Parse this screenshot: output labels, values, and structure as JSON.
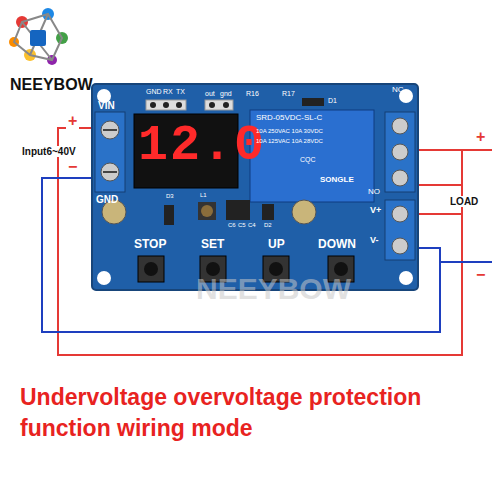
{
  "diagram": {
    "caption": "Undervoltage overvoltage protection function wiring mode",
    "labels": [
      "NEEYBOW",
      "GND",
      "RX",
      "TX",
      "out",
      "gnd",
      "R16",
      "R17",
      "D1",
      "VIN",
      "GND",
      "+",
      "Input6~40V",
      "−",
      "12.0",
      "D3",
      "L1",
      "C6",
      "C5",
      "C4",
      "D2",
      "SRD-05VDC-SL-C",
      "10A 250VAC 10A 30VDC",
      "10A 125VAC 10A 28VDC",
      "SONGLE",
      "CQC",
      "NC",
      "NO",
      "V+",
      "V-",
      "+",
      "LOAD",
      "−",
      "STOP",
      "SET",
      "UP",
      "DOWN",
      "NEEYBOW"
    ]
  }
}
